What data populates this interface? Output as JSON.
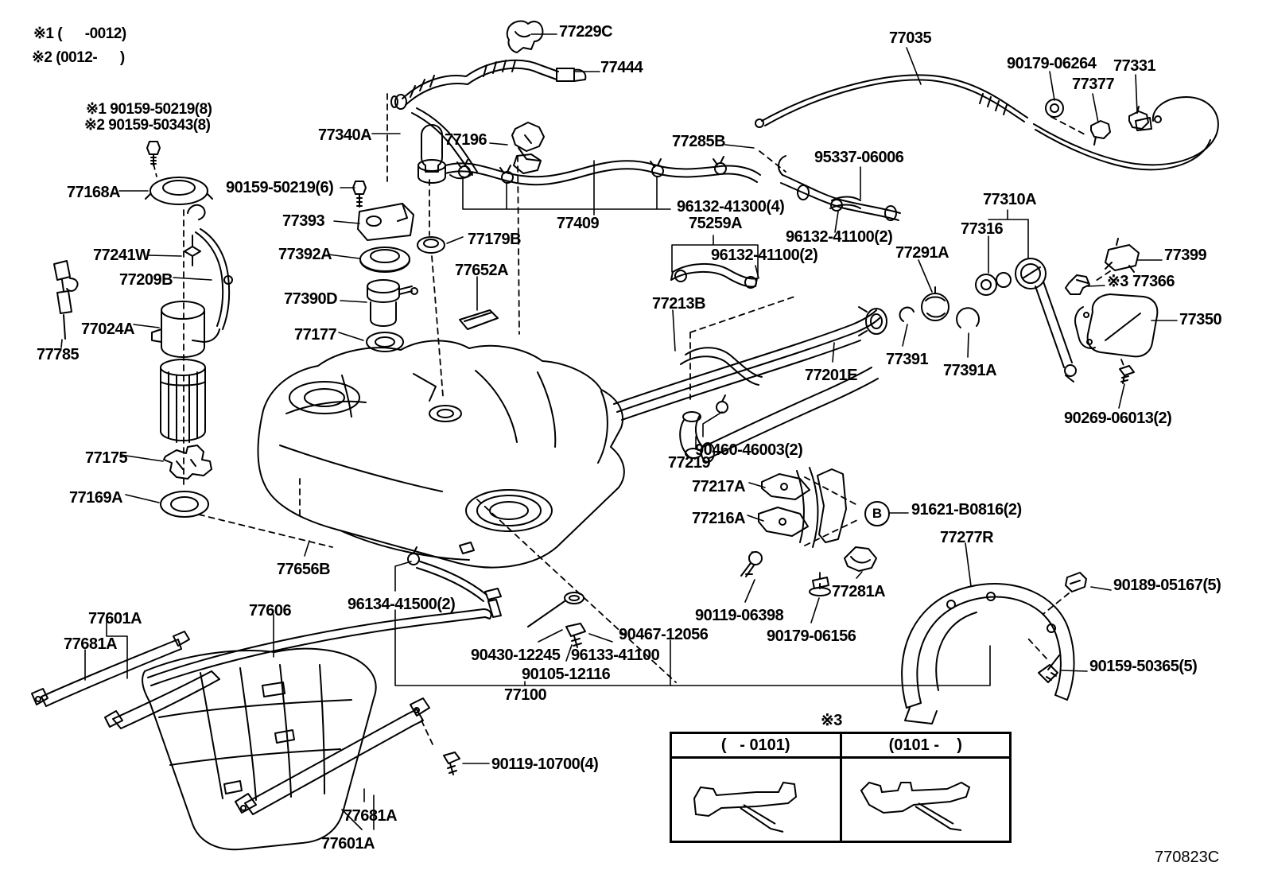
{
  "notes": {
    "applicability1": "※1 (      -0012)",
    "applicability2": "※2 (0012-      )",
    "bolt_variant1": "※1 90159-50219(8)",
    "bolt_variant2": "※2 90159-50343(8)"
  },
  "labels": {
    "p77229c": "77229C",
    "p77444": "77444",
    "p77035": "77035",
    "p90179_06264": "90179-06264",
    "p77331": "77331",
    "p77377": "77377",
    "p77340a": "77340A",
    "p77196": "77196",
    "p77285b": "77285B",
    "p95337_06006": "95337-06006",
    "p77168a": "77168A",
    "p90159_50219_6": "90159-50219(6)",
    "p96132_41300_4": "96132-41300(4)",
    "p77409": "77409",
    "p75259a": "75259A",
    "p96132_41100_2a": "96132-41100(2)",
    "p96132_41100_2b": "96132-41100(2)",
    "p77310a": "77310A",
    "p77316": "77316",
    "p77393": "77393",
    "p77179b": "77179B",
    "p77241w": "77241W",
    "p77392a": "77392A",
    "p77291a": "77291A",
    "p77399": "77399",
    "p77209b": "77209B",
    "p77652a": "77652A",
    "p77366": "※3 77366",
    "p77390d": "77390D",
    "p77213b": "77213B",
    "p77350": "77350",
    "p77024a": "77024A",
    "p77177": "77177",
    "p77391": "77391",
    "p77201e": "77201E",
    "p77391a": "77391A",
    "p77785": "77785",
    "p90269_06013_2": "90269-06013(2)",
    "p90460_46003_2": "90460-46003(2)",
    "p77219": "77219",
    "p77175": "77175",
    "p77217a": "77217A",
    "p77169a": "77169A",
    "b_marker": "B",
    "p91621_b0816_2": "91621-B0816(2)",
    "p77216a": "77216A",
    "p77277r": "77277R",
    "p77656b": "77656B",
    "p96134_41500_2": "96134-41500(2)",
    "p90189_05167_5": "90189-05167(5)",
    "p77601a_top": "77601A",
    "p77606": "77606",
    "p77681a_top": "77681A",
    "p90467_12056": "90467-12056",
    "p90119_06398": "90119-06398",
    "p90179_06156": "90179-06156",
    "p77281a": "77281A",
    "p90430_12245": "90430-12245",
    "p96133_41100": "96133-41100",
    "p90105_12116": "90105-12116",
    "p77100": "77100",
    "p90159_50365_5": "90159-50365(5)",
    "p90119_10700_4": "90119-10700(4)",
    "p77681a_bottom": "77681A",
    "p77601a_bottom": "77601A"
  },
  "table": {
    "marker": "※3",
    "col_left": "(   - 0101)",
    "col_right": "(0101 -    )"
  },
  "footer": {
    "drawing_code": "770823C"
  },
  "colors": {
    "line": "#000000",
    "background": "#ffffff"
  }
}
